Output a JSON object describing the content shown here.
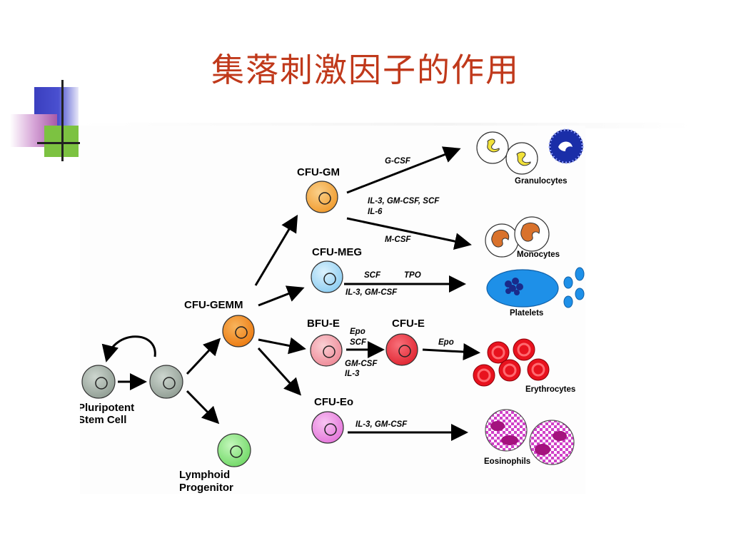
{
  "title": "集落刺激因子的作用",
  "colors": {
    "title": "#c0391b",
    "stem": "#a8b4aa",
    "lymphoid": "#8ee884",
    "gemm": "#f08c1c",
    "gm": "#f4a83c",
    "meg": "#a8dcf8",
    "bfue": "#f4a0a8",
    "cfue": "#ee3a44",
    "eo": "#f090e6"
  },
  "nodes": {
    "cfu_gm": "CFU-GM",
    "cfu_meg": "CFU-MEG",
    "cfu_gemm": "CFU-GEMM",
    "bfu_e": "BFU-E",
    "cfu_e": "CFU-E",
    "cfu_eo": "CFU-Eo",
    "stem_line1": "Pluripotent",
    "stem_line2": "Stem Cell",
    "lymphoid_line1": "Lymphoid",
    "lymphoid_line2": "Progenitor"
  },
  "factors": {
    "g_csf": "G-CSF",
    "gm_line1": "IL-3, GM-CSF, SCF",
    "gm_line2": "IL-6",
    "m_csf": "M-CSF",
    "scf": "SCF",
    "tpo": "TPO",
    "meg_line2": "IL-3, GM-CSF",
    "epo": "Epo",
    "bfu_scf": "SCF",
    "gmcsf": "GM-CSF",
    "il3": "IL-3",
    "cfue_epo": "Epo",
    "eo": "IL-3, GM-CSF"
  },
  "outputs": {
    "granulocytes": "Granulocytes",
    "monocytes": "Monocytes",
    "platelets": "Platelets",
    "erythrocytes": "Erythrocytes",
    "eosinophils": "Eosinophils"
  }
}
